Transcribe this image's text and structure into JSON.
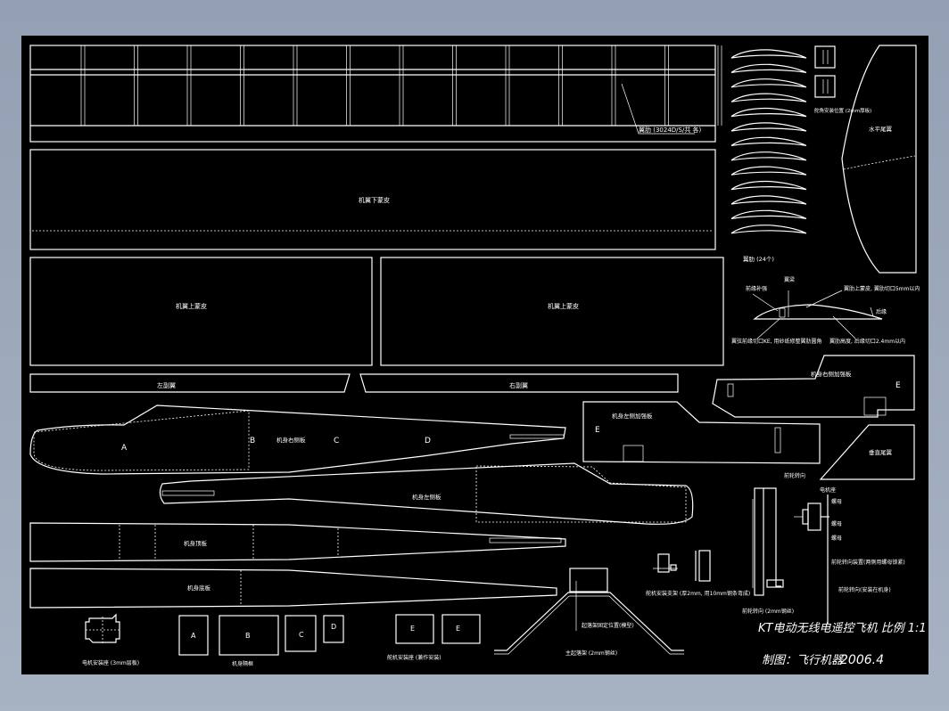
{
  "labels": {
    "wing_cap_strip": "翼肋 (3024D/S/共 各)",
    "wing_lower_skin": "机翼下蒙皮",
    "wing_upper_skin_left": "机翼上蒙皮",
    "wing_upper_skin_right": "机翼上蒙皮",
    "left_aileron": "左副翼",
    "right_aileron": "右副翼",
    "airfoil_note_1": "翼肋 (24个)",
    "horizontal_tail": "水平尾翼",
    "elevator_horn_note": "舵角安装位置 (2mm厚板)",
    "rib_note_a": "前缘补强",
    "rib_note_b": "翼梁",
    "rib_note_c": "翼肋上蒙皮, 翼肋切口5mm以内",
    "rib_note_d": "后缘",
    "rib_note_e": "翼弦前缘切口KE, 用砂纸修整翼肋圆角",
    "rib_note_f": "翼肋高度, 后缘切口2.4mm以内",
    "fuselage_right": "机身右侧板",
    "fuselage_left": "机身左侧板",
    "fuselage_top": "机身顶板",
    "fuselage_bottom": "机身底板",
    "stab_reinforce": "机身右侧加强板",
    "stab_left": "机身左侧加强板",
    "vertical_tail": "垂直尾翼",
    "motor_mount": "电机安装座 (3mm层板)",
    "fuselage_formers": "机身隔框",
    "servo_mount": "舵机安装座 (兼作安装)",
    "landing_gear": "主起落架 (2mm钢丝)",
    "landing_gear_note": "起落架固定位置(模型)",
    "gear_detail_1": "舵机安装支架 (厚2mm, 用10mm钢条弯成)",
    "gear_detail_2": "前轮转向 (2mm钢丝)",
    "motor_note_1": "前轮转向",
    "motor_note_2": "电机座",
    "motor_note_3": "螺母",
    "motor_note_4": "螺母",
    "motor_note_5": "前轮转向装置(两侧用螺母锁紧)",
    "motor_note_6": "前轮转向(安装在机身)",
    "letter_a": "A",
    "letter_b": "B",
    "letter_c": "C",
    "letter_d": "D",
    "letter_e": "E",
    "former_a": "A",
    "former_b": "B",
    "former_c": "C",
    "former_d": "D",
    "former_e1": "E",
    "former_e2": "E",
    "stab_e1": "E",
    "stab_e2": "E"
  },
  "title_block": {
    "title": "KT电动无线电遥控飞机   比例 1:1",
    "author": "制图：飞行机器",
    "date": "2006.4"
  }
}
